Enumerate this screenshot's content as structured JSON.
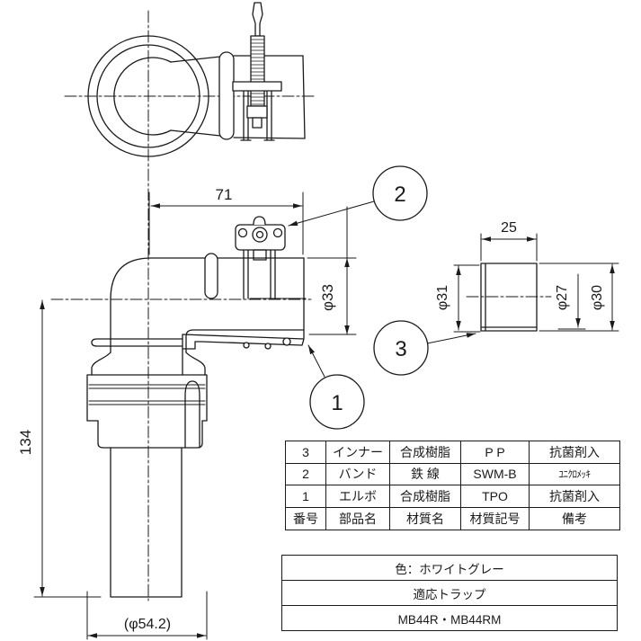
{
  "page": {
    "background": "#ffffff",
    "line_color": "#1a1a1a"
  },
  "dimensions": {
    "top_width": "71",
    "pipe_od": "φ33",
    "overall_height": "134",
    "tail_od": "(φ54.2)",
    "inner_length": "25",
    "inner_od_left": "φ31",
    "inner_id": "φ27",
    "inner_od_right": "φ30"
  },
  "callouts": {
    "item1": "1",
    "item2": "2",
    "item3": "3"
  },
  "parts_table": {
    "rows": [
      [
        "3",
        "インナー",
        "合成樹脂",
        "P P",
        "抗菌剤入"
      ],
      [
        "2",
        "バンド",
        "鉄 線",
        "SWM-B",
        "ﾕﾆｸﾛﾒｯｷ"
      ],
      [
        "1",
        "エルボ",
        "合成樹脂",
        "TPO",
        "抗菌剤入"
      ],
      [
        "番号",
        "部品名",
        "材質名",
        "材質記号",
        "備考"
      ]
    ]
  },
  "info_table": {
    "rows": [
      "色：ホワイトグレー",
      "適応トラップ",
      "MB44R・MB44RM"
    ]
  }
}
